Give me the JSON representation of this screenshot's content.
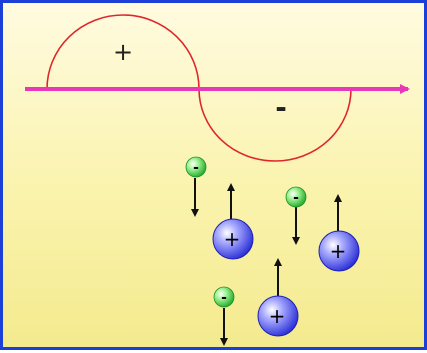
{
  "labels": {
    "positive_half": "+",
    "negative_half": "-"
  },
  "charges": [
    {
      "type": "negative",
      "sign": "-",
      "arrow": "down"
    },
    {
      "type": "positive",
      "sign": "+",
      "arrow": "up"
    },
    {
      "type": "negative",
      "sign": "-",
      "arrow": "down"
    },
    {
      "type": "positive",
      "sign": "+",
      "arrow": "up"
    },
    {
      "type": "positive",
      "sign": "+",
      "arrow": "up"
    },
    {
      "type": "negative",
      "sign": "-",
      "arrow": "down"
    }
  ],
  "colors": {
    "frame_border": "#1c3fd8",
    "wave": "#e0262c",
    "axis": "#e838b8",
    "positive_charge": "#3b3fe8",
    "negative_charge": "#38c43a",
    "arrow": "#111111"
  }
}
